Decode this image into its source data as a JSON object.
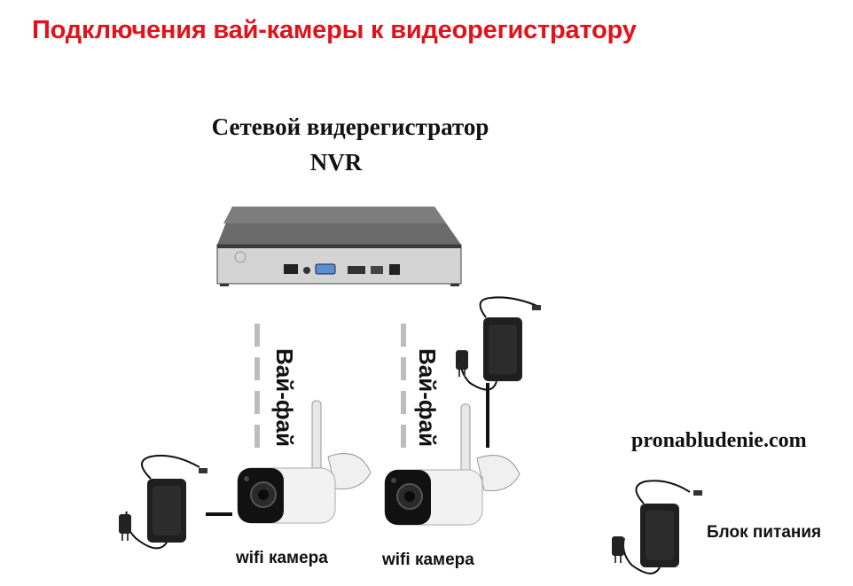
{
  "title": "Подключения вай-камеры к видеорегистратору",
  "nvr": {
    "label_line1": "Сетевой видерегистратор",
    "label_line2": "NVR"
  },
  "links": {
    "wifi_label": "Вай-фай"
  },
  "cameras": {
    "label": "wifi камера"
  },
  "site": "pronabludenie.com",
  "power_supply": {
    "label": "Блок питания"
  },
  "colors": {
    "title": "#e0121b",
    "text": "#111111",
    "device_body": "#555555",
    "dash": "#bdbdbd"
  }
}
